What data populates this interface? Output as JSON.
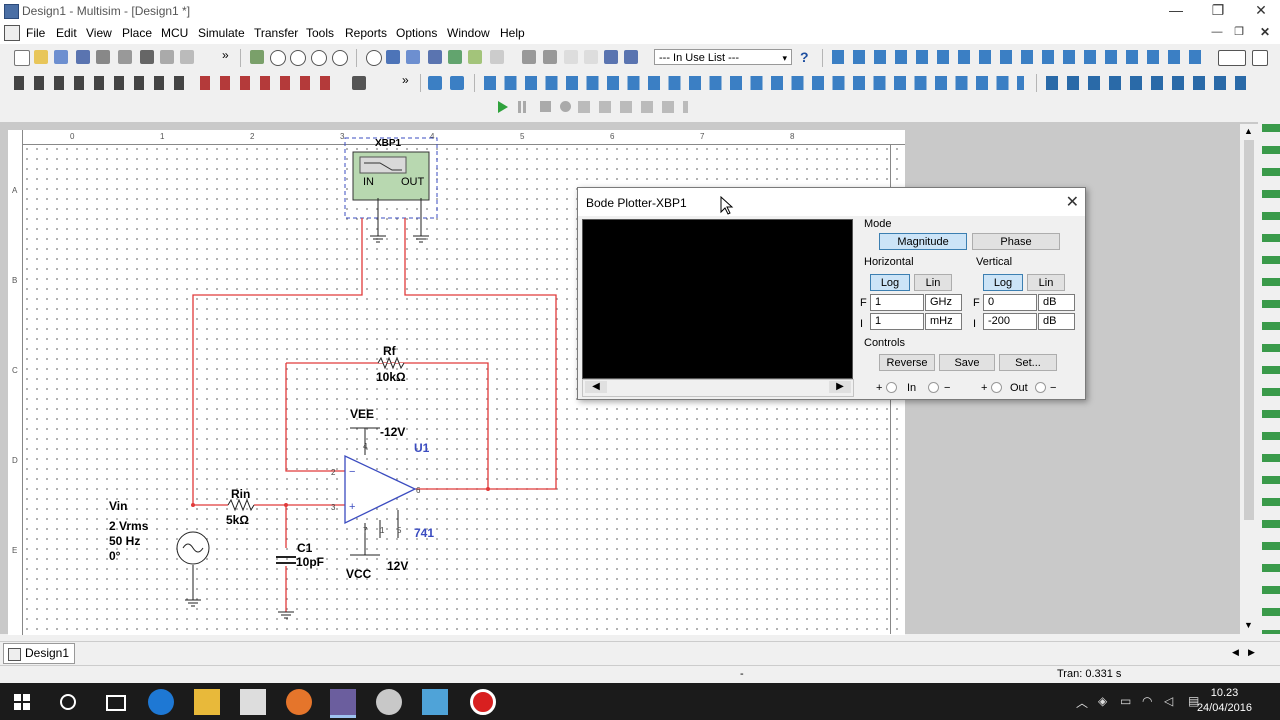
{
  "window": {
    "title": "Design1 - Multisim - [Design1 *]"
  },
  "menu": [
    "File",
    "Edit",
    "View",
    "Place",
    "MCU",
    "Simulate",
    "Transfer",
    "Tools",
    "Reports",
    "Options",
    "Window",
    "Help"
  ],
  "toolbar": {
    "in_use_list": "--- In Use List ---",
    "help": "?"
  },
  "schematic": {
    "bode_ref": "XBP1",
    "bode_in": "IN",
    "bode_out": "OUT",
    "rf_name": "Rf",
    "rf_value": "10kΩ",
    "vee": "VEE",
    "vee_value": "-12V",
    "opamp_ref": "U1",
    "opamp_model": "741",
    "rin_name": "Rin",
    "rin_value": "5kΩ",
    "vin_name": "Vin",
    "vin_amp": "2 Vrms",
    "vin_freq": "50 Hz",
    "vin_phase": "0°",
    "c1_name": "C1",
    "c1_value": "10pF",
    "vcc": "VCC",
    "vcc_value": "12V",
    "pins": {
      "p4": "4",
      "p2": "2",
      "p3": "3",
      "p6": "6",
      "p7": "7",
      "p1": "1",
      "p5": "5"
    },
    "ruler_cols": [
      "0",
      "1",
      "2",
      "3",
      "4",
      "5",
      "6",
      "7",
      "8"
    ],
    "ruler_rows": [
      "A",
      "B",
      "C",
      "D",
      "E"
    ]
  },
  "bode": {
    "title": "Bode Plotter-XBP1",
    "mode_label": "Mode",
    "magnitude": "Magnitude",
    "phase": "Phase",
    "horizontal_label": "Horizontal",
    "vertical_label": "Vertical",
    "log": "Log",
    "lin": "Lin",
    "f_label": "F",
    "i_label": "I",
    "h_f_value": "1",
    "h_f_unit": "GHz",
    "h_i_value": "1",
    "h_i_unit": "mHz",
    "v_f_value": "0",
    "v_f_unit": "dB",
    "v_i_value": "-200",
    "v_i_unit": "dB",
    "controls_label": "Controls",
    "reverse": "Reverse",
    "save": "Save",
    "set": "Set...",
    "in_label": "In",
    "out_label": "Out",
    "plus": "+",
    "minus": "−"
  },
  "tabs": {
    "design": "Design1 *"
  },
  "status": {
    "tran": "Tran: 0.331 s",
    "mid": "-"
  },
  "taskbar": {
    "time": "10.23",
    "date": "24/04/2016"
  }
}
